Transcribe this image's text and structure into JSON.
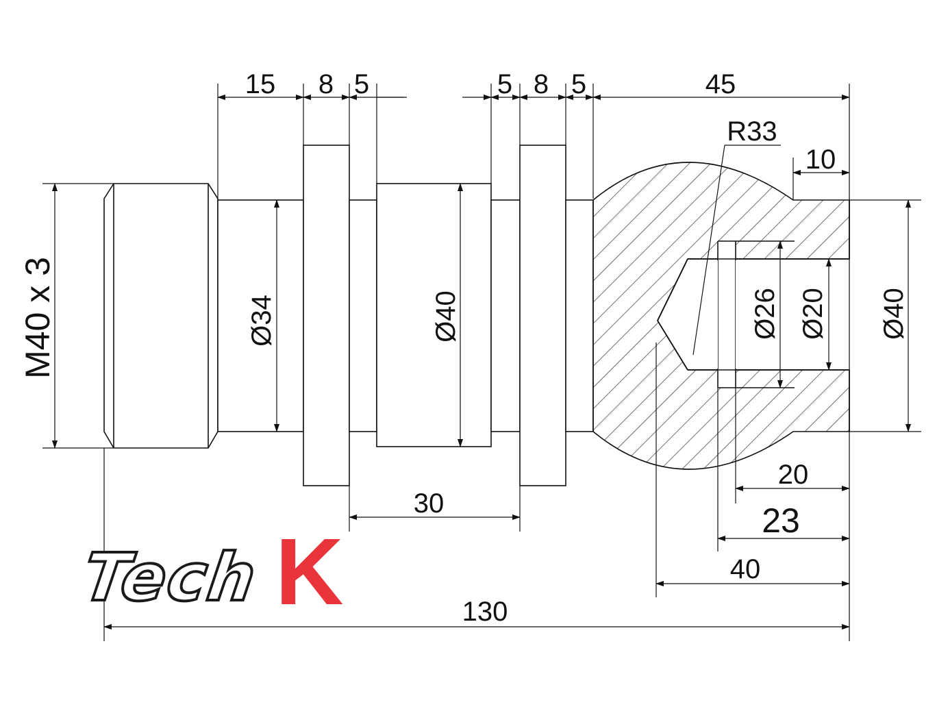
{
  "dimensions": {
    "thread": "M40 x 3",
    "d34": "Ø34",
    "d40_mid": "Ø40",
    "d26": "Ø26",
    "d20": "Ø20",
    "d40_right": "Ø40",
    "l15": "15",
    "l8a": "8",
    "l5a": "5",
    "l5b": "5",
    "l8b": "8",
    "l5c": "5",
    "l45": "45",
    "r33": "R33",
    "l10": "10",
    "l30": "30",
    "l20": "20",
    "l23": "23",
    "l40": "40",
    "l130": "130"
  },
  "logo": {
    "word": "Tech",
    "letter": "K",
    "letter_color": "#e8343a"
  },
  "colors": {
    "line": "#111111",
    "hatch": "#333333",
    "background": "#ffffff"
  }
}
